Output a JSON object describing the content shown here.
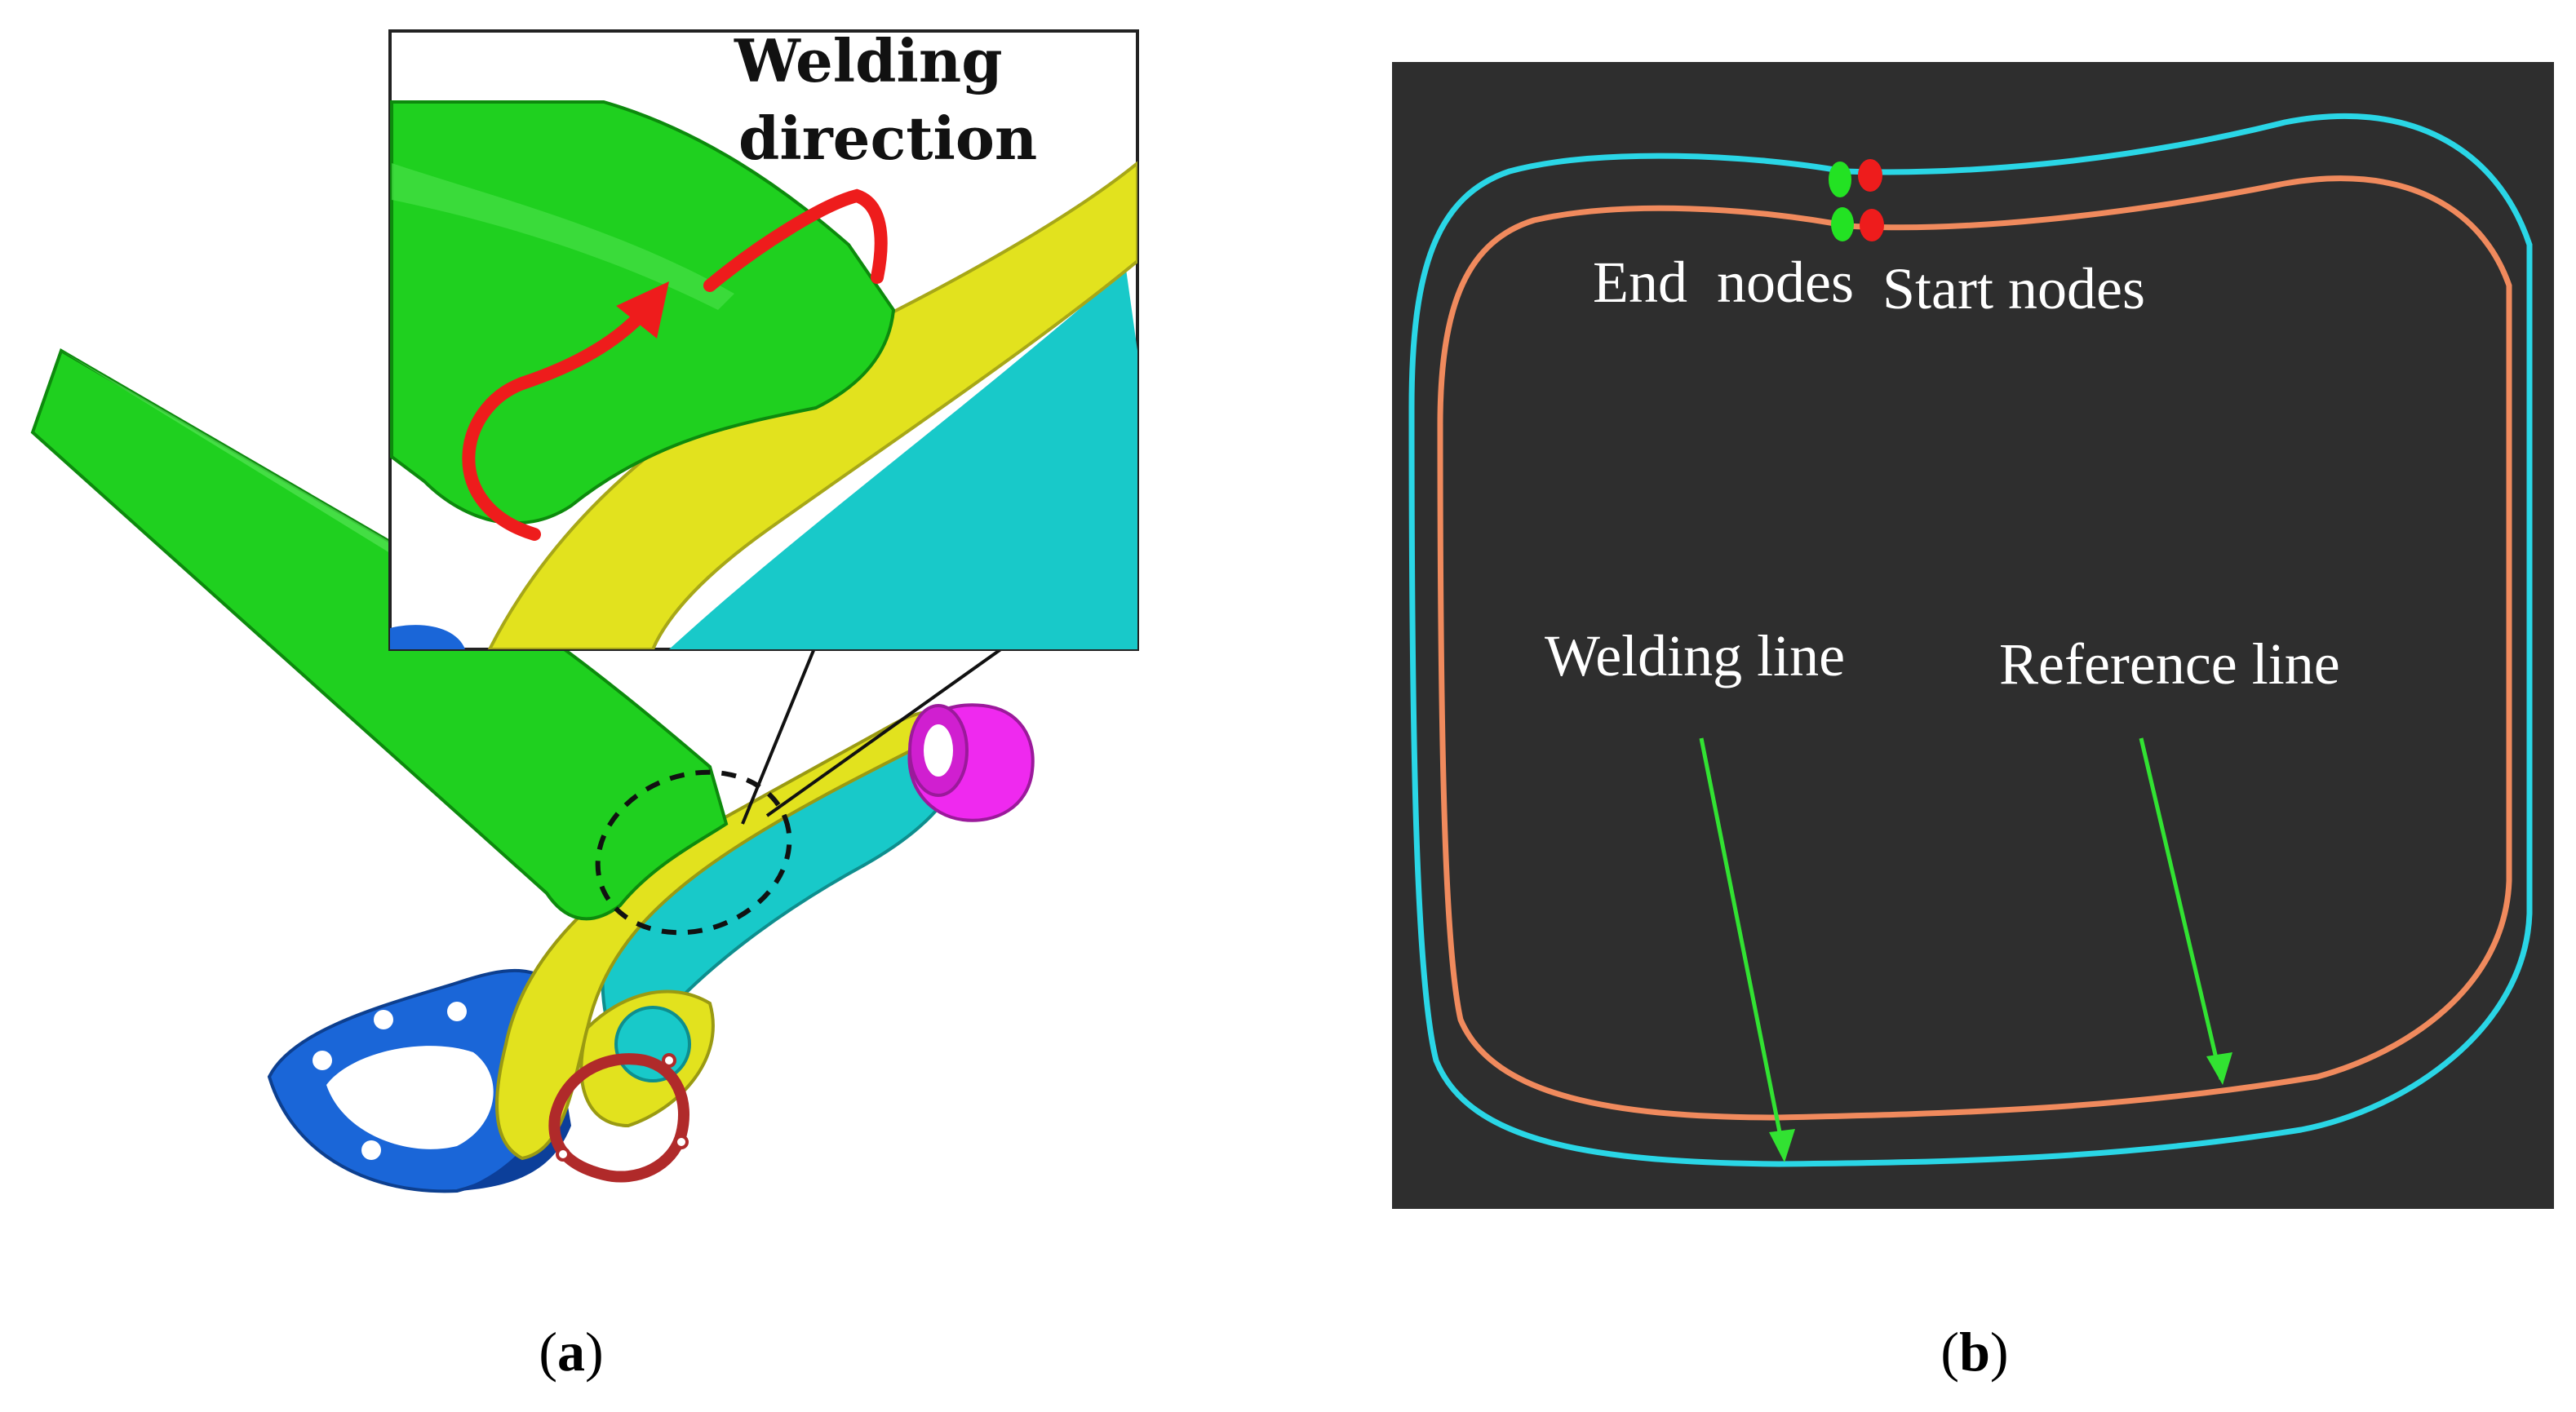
{
  "panel_a": {
    "caption_open": "(",
    "caption_letter": "a",
    "caption_close": ")",
    "callout": {
      "line1": "Welding",
      "line2": "direction"
    },
    "colors": {
      "tube": "#1fd01f",
      "arm": "#e2e21e",
      "body": "#18c9c9",
      "bushing": "#ef29ef",
      "bracket": "#1a66d8",
      "gasket": "#b02a2a",
      "arrow": "#ee1c1c"
    }
  },
  "panel_b": {
    "caption_open": "(",
    "caption_letter": "b",
    "caption_close": ")",
    "labels": {
      "end_nodes": "End  nodes",
      "start_nodes": "Start nodes",
      "welding_line": "Welding line",
      "reference_line": "Reference line"
    },
    "colors": {
      "background": "#2e2e2e",
      "welding_line": "#2ad6e6",
      "reference_line": "#f08a5d",
      "end_node": "#23e223",
      "start_node": "#ee1c1c",
      "pointer": "#32e232",
      "text": "#ffffff"
    }
  }
}
